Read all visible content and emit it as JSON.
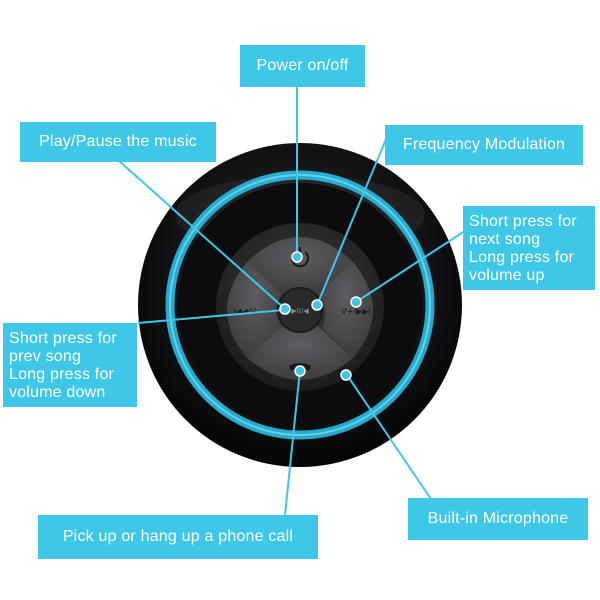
{
  "labels": {
    "power": "Power on/off",
    "play_pause": "Play/Pause the music",
    "frequency": "Frequency Modulation",
    "next": [
      "Short press for",
      "next song",
      "Long press for",
      "volume up"
    ],
    "prev": [
      "Short press for",
      "prev song",
      "Long press for",
      "volume down"
    ],
    "phone": "Pick up or hang up a phone call",
    "mic": "Built-in Microphone"
  },
  "buttons": {
    "left": "I◀◀/V-",
    "center": "▶II/◀",
    "right": "V+/▶▶I"
  },
  "colors": {
    "accent": "#3ec7e6",
    "ring": "#27b4d9",
    "body": "#0f0f12",
    "pad": "#2b2b2e",
    "button": "#4a4a4d"
  }
}
